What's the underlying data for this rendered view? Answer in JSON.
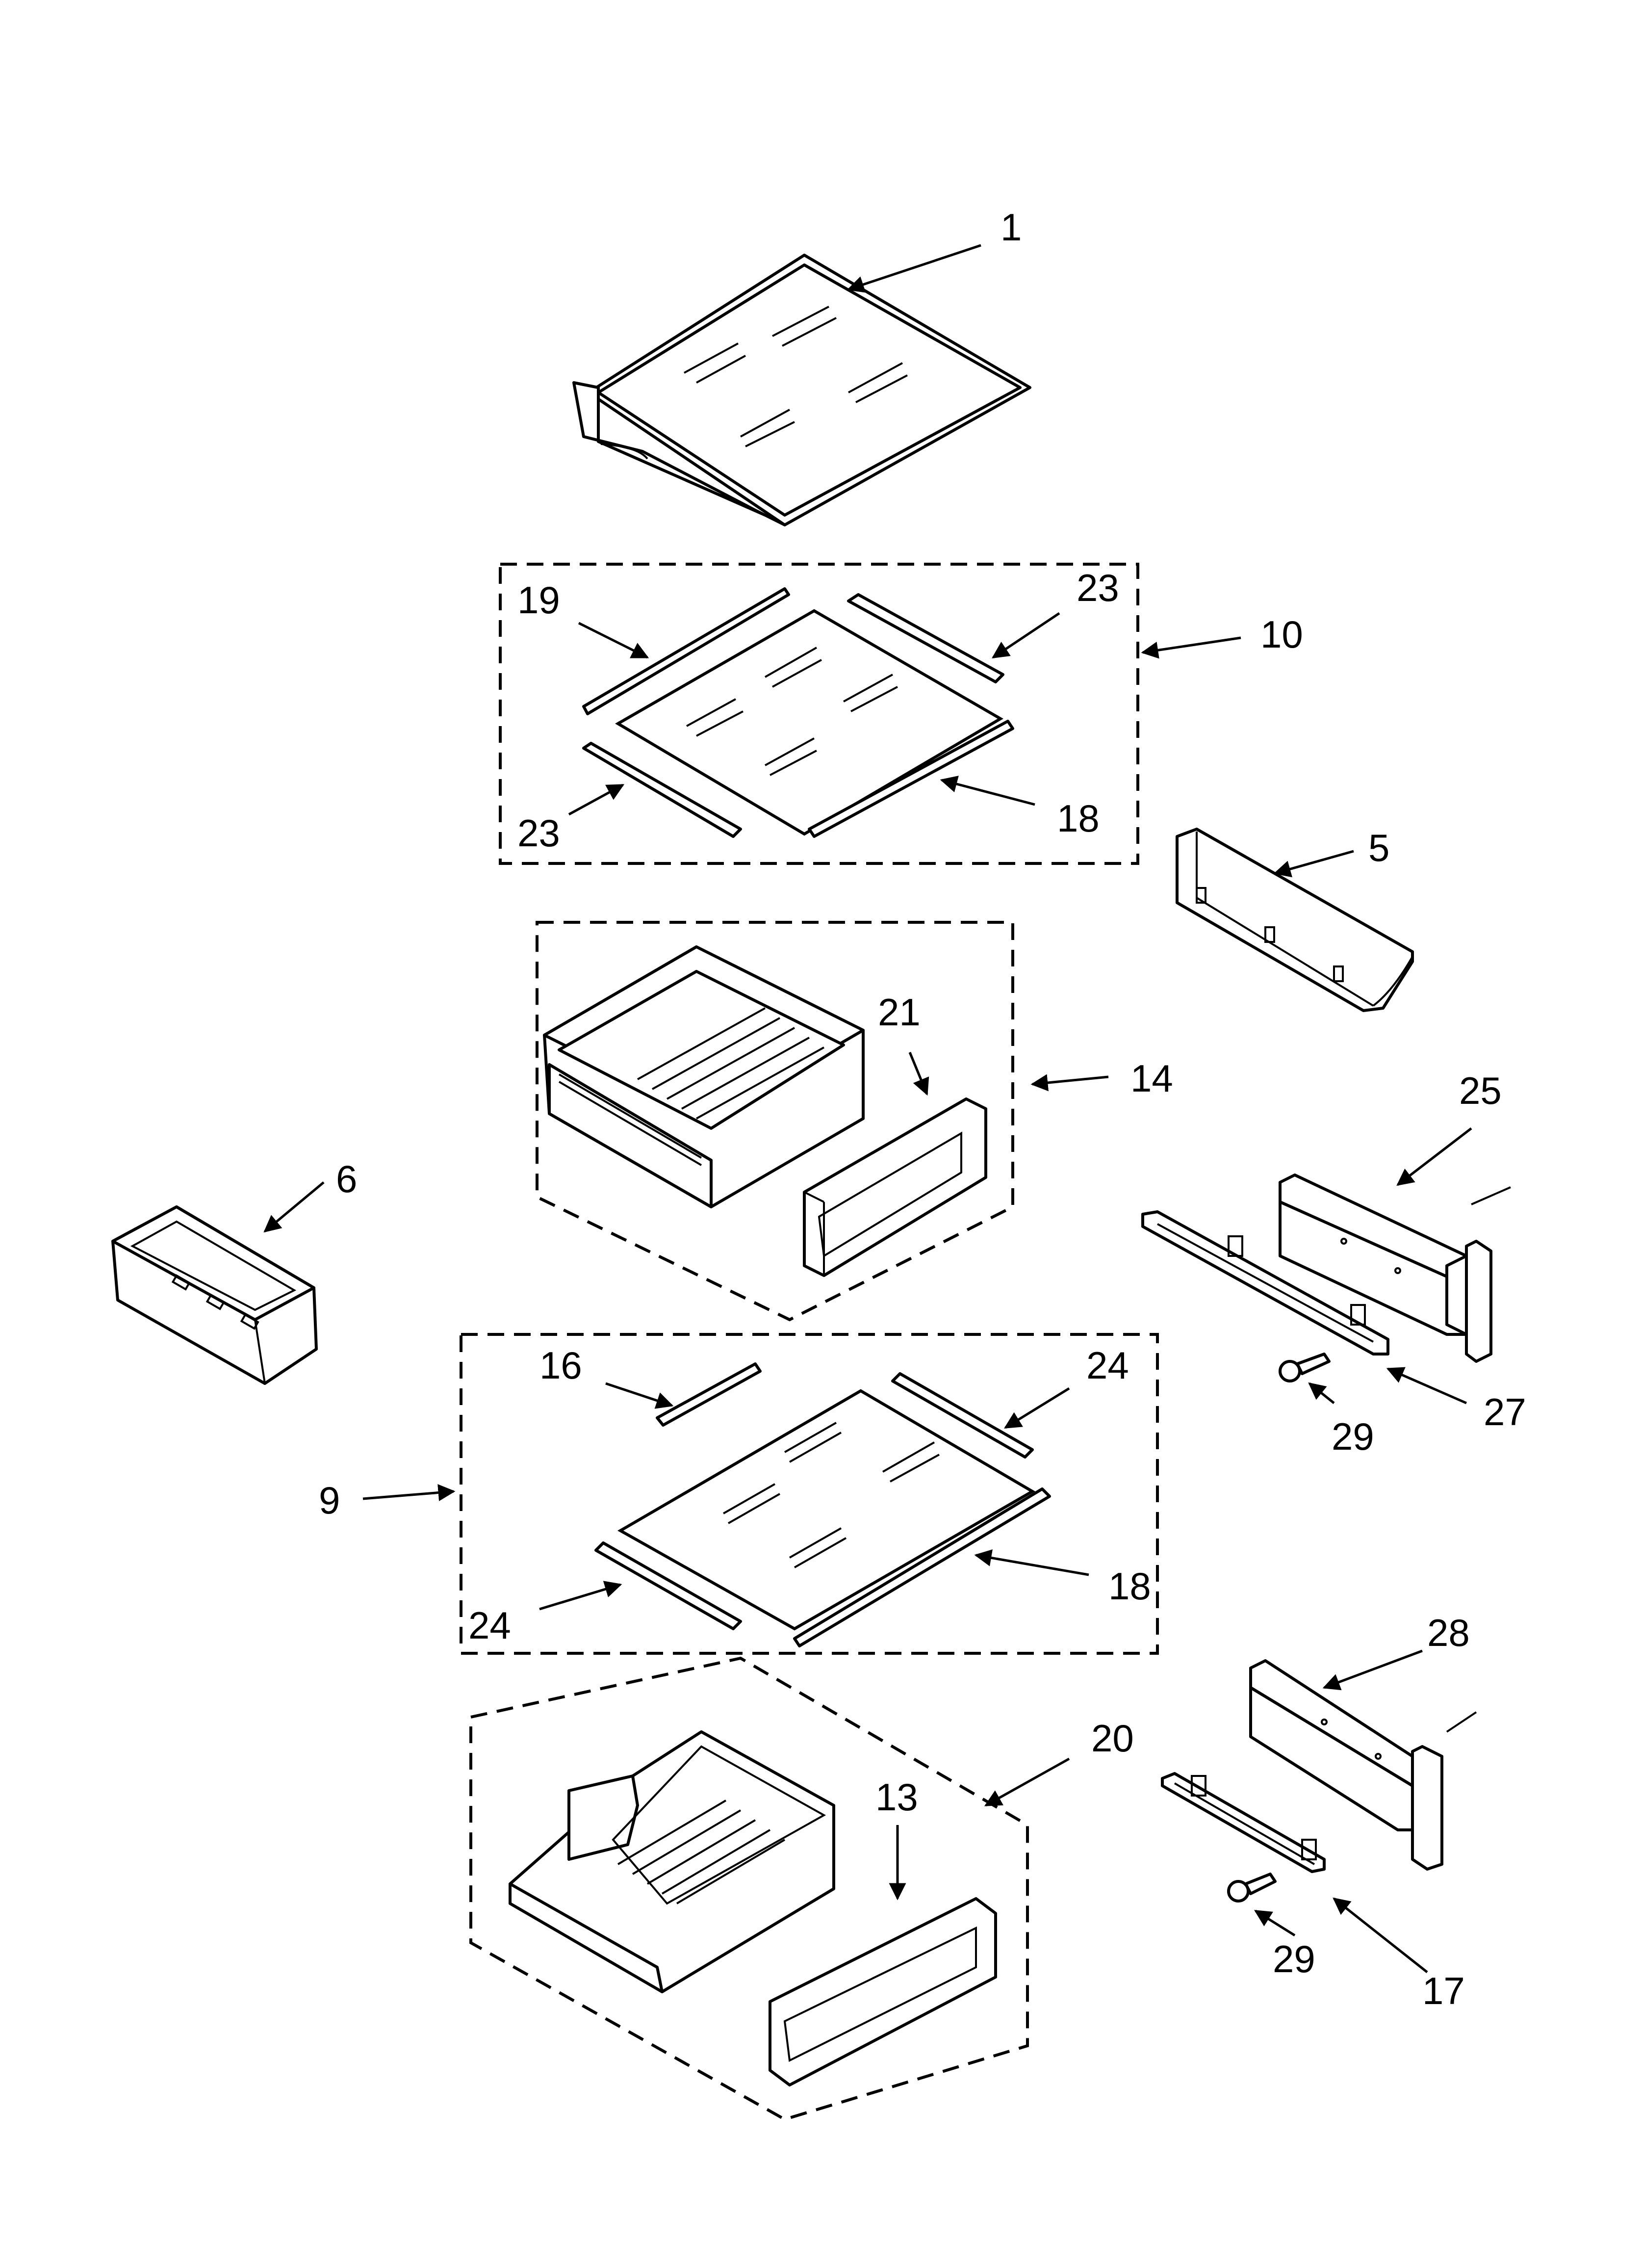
{
  "diagram": {
    "title": "",
    "callouts": {
      "c1": "1",
      "c19": "19",
      "c23a": "23",
      "c10": "10",
      "c23b": "23",
      "c18a": "18",
      "c5": "5",
      "c21": "21",
      "c14": "14",
      "c6": "6",
      "c25": "25",
      "c27": "27",
      "c29a": "29",
      "c16": "16",
      "c24a": "24",
      "c9": "9",
      "c18b": "18",
      "c24b": "24",
      "c28": "28",
      "c20": "20",
      "c13": "13",
      "c29b": "29",
      "c17": "17"
    }
  }
}
